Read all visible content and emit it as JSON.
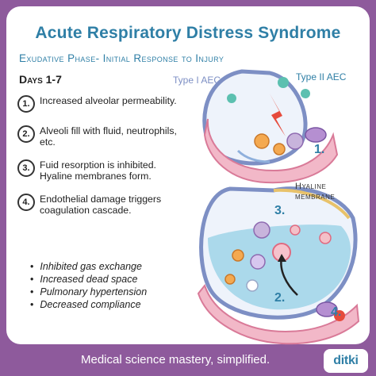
{
  "title": "Acute Respiratory Distress Syndrome",
  "subtitle": "Exudative Phase- Initial Response to Injury",
  "days": "Days 1-7",
  "steps": [
    {
      "num": "1.",
      "text": "Increased alveolar permeability."
    },
    {
      "num": "2.",
      "text": "Alveoli fill with fluid, neutrophils, etc."
    },
    {
      "num": "3.",
      "text": "Fuid resorption is inhibited. Hyaline membranes form."
    },
    {
      "num": "4.",
      "text": "Endothelial damage triggers coagulation cascade."
    }
  ],
  "bullets": [
    "Inhibited gas exchange",
    "Increased dead space",
    "Pulmonary hypertension",
    "Decreased compliance"
  ],
  "diagram": {
    "type1_label": "Type I AEC",
    "type2_label": "Type II AEC",
    "hyaline_label_1": "Hyaline",
    "hyaline_label_2": "membrane",
    "marker_1": "1.",
    "marker_2": "2.",
    "marker_3": "3.",
    "marker_4": "4."
  },
  "footer": {
    "tagline": "Medical science mastery, simplified.",
    "logo": "ditki"
  },
  "colors": {
    "background": "#8e5a9c",
    "title": "#2f7fa6",
    "alveolus_wall": "#7d8fc4",
    "fluid": "#9fd3e8",
    "vessel": "#e8a0b4"
  }
}
